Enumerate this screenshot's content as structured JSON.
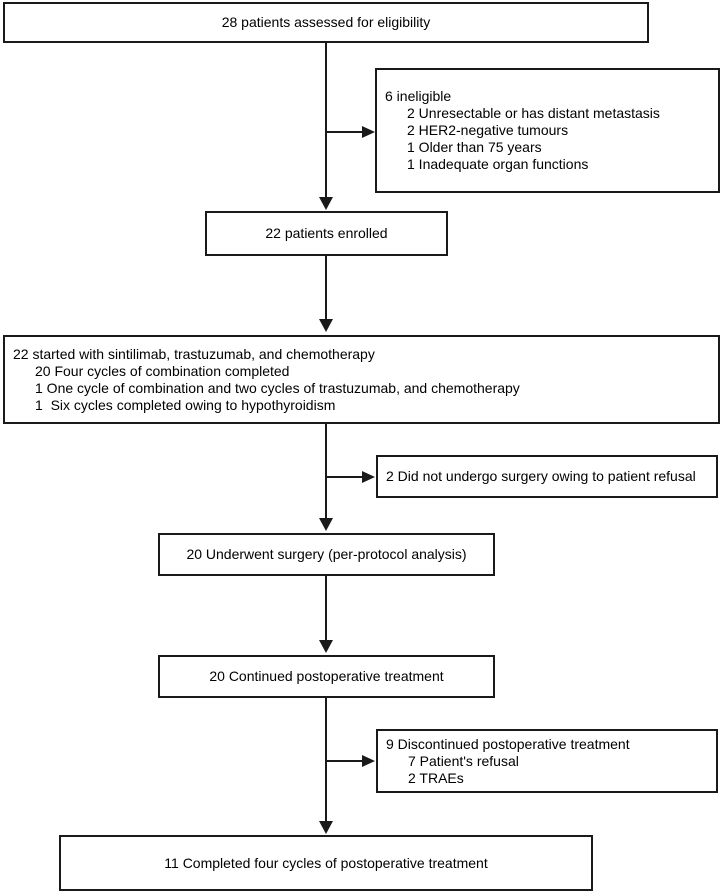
{
  "flowchart": {
    "boxes": {
      "assessed": {
        "text": "28 patients assessed for eligibility"
      },
      "ineligible": {
        "title": "6 ineligible",
        "items": [
          "2 Unresectable or has distant metastasis",
          "2 HER2-negative tumours",
          "1 Older than 75 years",
          "1 Inadequate organ functions"
        ]
      },
      "enrolled": {
        "text": "22 patients enrolled"
      },
      "started": {
        "title": "22 started with sintilimab, trastuzumab, and chemotherapy",
        "items": [
          "20 Four cycles of combination completed",
          "1 One cycle of combination and two cycles of trastuzumab, and chemotherapy",
          "1  Six cycles completed owing to hypothyroidism"
        ]
      },
      "no_surgery": {
        "text": "2 Did not undergo surgery owing to patient refusal"
      },
      "surgery": {
        "text": "20 Underwent surgery (per-protocol analysis)"
      },
      "continued": {
        "text": "20 Continued postoperative treatment"
      },
      "discontinued": {
        "title": "9 Discontinued postoperative treatment",
        "items": [
          "7 Patient's refusal",
          "2 TRAEs"
        ]
      },
      "completed": {
        "text": "11 Completed four cycles of postoperative treatment"
      }
    },
    "colors": {
      "border": "#1a1a1a",
      "background": "#ffffff",
      "text": "#000000"
    }
  }
}
